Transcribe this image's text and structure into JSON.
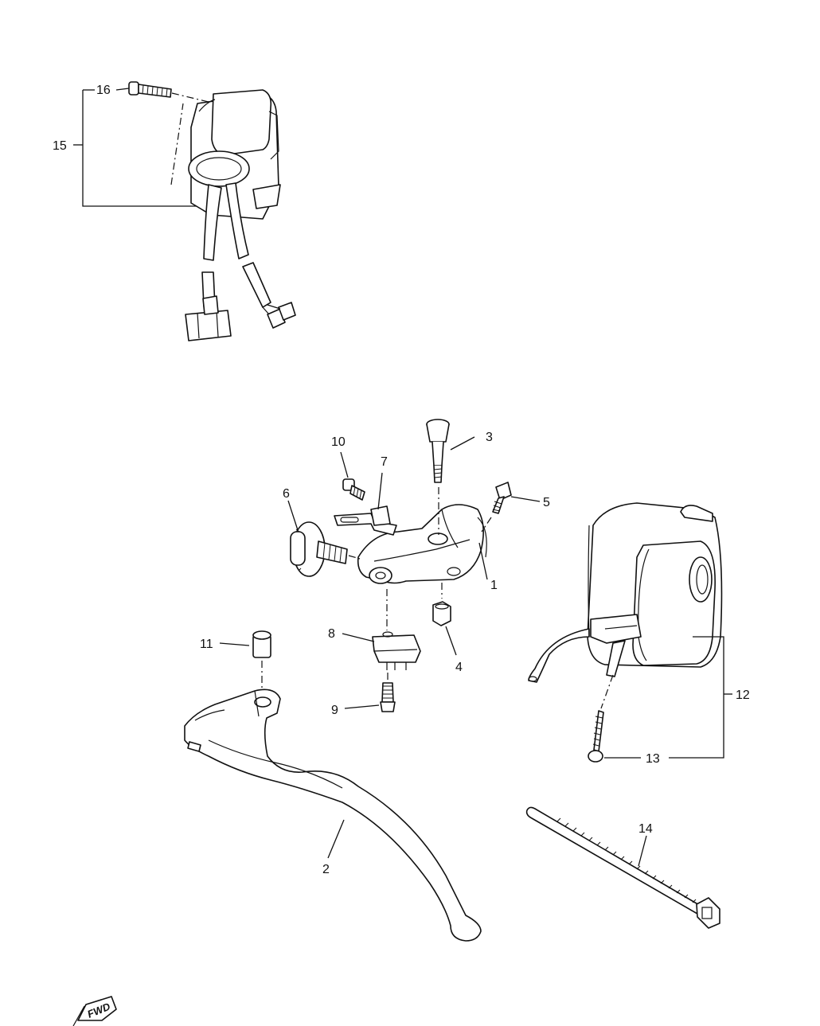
{
  "callouts": {
    "c1": "1",
    "c2": "2",
    "c3": "3",
    "c4": "4",
    "c5": "5",
    "c6": "6",
    "c7": "7",
    "c8": "8",
    "c9": "9",
    "c10": "10",
    "c11": "11",
    "c12": "12",
    "c13": "13",
    "c14": "14",
    "c15": "15",
    "c16": "16"
  },
  "direction_badge": "FWD",
  "colors": {
    "line": "#111111",
    "background": "#ffffff"
  }
}
